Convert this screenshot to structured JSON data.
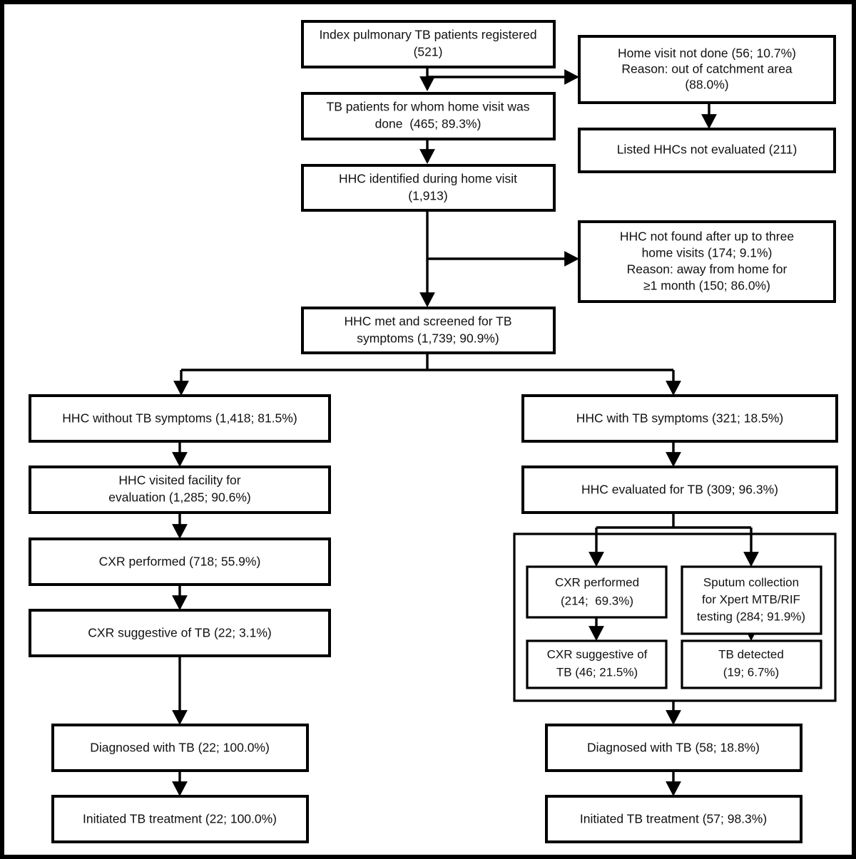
{
  "chart_data": {
    "type": "diagram",
    "title": "Tuberculosis household contact investigation cascade",
    "diagram_kind": "flowchart",
    "nodes": [
      {
        "id": "index",
        "label": [
          "Index pulmonary TB patients registered",
          "(521)"
        ],
        "value": 521
      },
      {
        "id": "no_home_visit",
        "label": [
          "Home visit not done (56; 10.7%)",
          "Reason: out of catchment area",
          "(88.0%)"
        ],
        "value": 56,
        "percent": 10.7
      },
      {
        "id": "hhc_not_eval",
        "label": [
          "Listed HHCs not evaluated (211)"
        ],
        "value": 211
      },
      {
        "id": "home_visit_done",
        "label": [
          "TB patients for whom home visit was",
          "done  (465; 89.3%)"
        ],
        "value": 465,
        "percent": 89.3
      },
      {
        "id": "hhc_identified",
        "label": [
          "HHC identified during home visit",
          "(1,913)"
        ],
        "value": 1913
      },
      {
        "id": "hhc_not_found",
        "label": [
          "HHC not found after up to three",
          "home visits (174; 9.1%)",
          "Reason: away from home for",
          "≥1 month (150; 86.0%)"
        ],
        "value": 174,
        "percent": 9.1
      },
      {
        "id": "hhc_screened",
        "label": [
          "HHC met and screened for TB",
          "symptoms (1,739; 90.9%)"
        ],
        "value": 1739,
        "percent": 90.9
      },
      {
        "id": "no_symptoms",
        "label": [
          "HHC without TB symptoms (1,418; 81.5%)"
        ],
        "value": 1418,
        "percent": 81.5
      },
      {
        "id": "with_symptoms",
        "label": [
          "HHC with TB symptoms (321; 18.5%)"
        ],
        "value": 321,
        "percent": 18.5
      },
      {
        "id": "visited_facility",
        "label": [
          "HHC visited facility for",
          "evaluation (1,285; 90.6%)"
        ],
        "value": 1285,
        "percent": 90.6
      },
      {
        "id": "evaluated_tb",
        "label": [
          "HHC evaluated for TB (309; 96.3%)"
        ],
        "value": 309,
        "percent": 96.3
      },
      {
        "id": "cxr_left",
        "label": [
          "CXR performed (718; 55.9%)"
        ],
        "value": 718,
        "percent": 55.9
      },
      {
        "id": "cxr_sugg_left",
        "label": [
          "CXR suggestive of TB (22; 3.1%)"
        ],
        "value": 22,
        "percent": 3.1
      },
      {
        "id": "cxr_right",
        "label": [
          "CXR performed",
          "(214;  69.3%)"
        ],
        "value": 214,
        "percent": 69.3
      },
      {
        "id": "sputum",
        "label": [
          "Sputum collection",
          "for Xpert MTB/RIF",
          "testing (284; 91.9%)"
        ],
        "value": 284,
        "percent": 91.9
      },
      {
        "id": "cxr_sugg_right",
        "label": [
          "CXR suggestive of",
          "TB (46; 21.5%)"
        ],
        "value": 46,
        "percent": 21.5
      },
      {
        "id": "tb_detected",
        "label": [
          "TB detected",
          "(19; 6.7%)"
        ],
        "value": 19,
        "percent": 6.7
      },
      {
        "id": "diag_left",
        "label": [
          "Diagnosed with TB (22; 100.0%)"
        ],
        "value": 22,
        "percent": 100.0
      },
      {
        "id": "diag_right",
        "label": [
          "Diagnosed with TB (58; 18.8%)"
        ],
        "value": 58,
        "percent": 18.8
      },
      {
        "id": "treat_left",
        "label": [
          "Initiated TB treatment (22; 100.0%)"
        ],
        "value": 22,
        "percent": 100.0
      },
      {
        "id": "treat_right",
        "label": [
          "Initiated TB treatment (57; 98.3%)"
        ],
        "value": 57,
        "percent": 98.3
      }
    ]
  },
  "boxes": {
    "index": {
      "l1": "Index pulmonary TB patients registered",
      "l2": "(521)"
    },
    "no_home_visit": {
      "l1": "Home visit not done (56; 10.7%)",
      "l2": "Reason: out of catchment area",
      "l3": "(88.0%)"
    },
    "hhc_not_eval": {
      "l1": "Listed HHCs not evaluated (211)"
    },
    "home_visit_done": {
      "l1": "TB patients for whom home visit was",
      "l2": "done  (465; 89.3%)"
    },
    "hhc_identified": {
      "l1": "HHC identified during home visit",
      "l2": "(1,913)"
    },
    "hhc_not_found": {
      "l1": "HHC not found after up to three",
      "l2": "home visits (174; 9.1%)",
      "l3": "Reason: away from home for",
      "l4": "≥1 month (150; 86.0%)"
    },
    "hhc_screened": {
      "l1": "HHC met and screened for TB",
      "l2": "symptoms (1,739; 90.9%)"
    },
    "no_symptoms": {
      "l1": "HHC without TB symptoms (1,418; 81.5%)"
    },
    "with_symptoms": {
      "l1": "HHC with TB symptoms (321; 18.5%)"
    },
    "visited_facility": {
      "l1": "HHC visited facility for",
      "l2": "evaluation (1,285; 90.6%)"
    },
    "evaluated_tb": {
      "l1": "HHC evaluated for TB (309; 96.3%)"
    },
    "cxr_left": {
      "l1": "CXR performed (718; 55.9%)"
    },
    "cxr_sugg_left": {
      "l1": "CXR suggestive of TB (22; 3.1%)"
    },
    "cxr_right": {
      "l1": "CXR performed",
      "l2": "(214;  69.3%)"
    },
    "sputum": {
      "l1": "Sputum collection",
      "l2": "for Xpert MTB/RIF",
      "l3": "testing (284; 91.9%)"
    },
    "cxr_sugg_right": {
      "l1": "CXR suggestive of",
      "l2": "TB (46; 21.5%)"
    },
    "tb_detected": {
      "l1": "TB detected",
      "l2": "(19; 6.7%)"
    },
    "diag_left": {
      "l1": "Diagnosed with TB (22; 100.0%)"
    },
    "diag_right": {
      "l1": "Diagnosed with TB (58; 18.8%)"
    },
    "treat_left": {
      "l1": "Initiated TB treatment (22; 100.0%)"
    },
    "treat_right": {
      "l1": "Initiated TB treatment (57; 98.3%)"
    }
  },
  "colors": {
    "stroke": "#000000",
    "fill": "#ffffff",
    "text": "#111111"
  }
}
